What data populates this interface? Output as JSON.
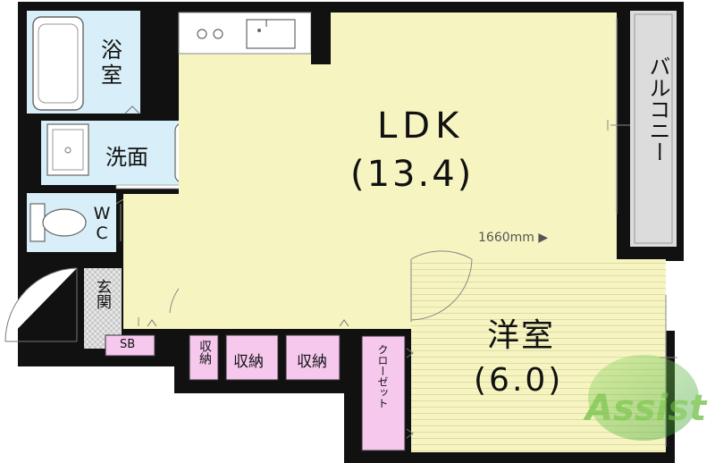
{
  "rooms": {
    "bath": "浴室",
    "washroom": "洗面",
    "wc": "WC",
    "entrance": "玄関",
    "ldk": "LDK",
    "ldk_size": "(13.4)",
    "western": "洋室",
    "western_size": "(6.0)",
    "balcony": "バルコニー",
    "closet": "クローゼット",
    "shoebox": "SB",
    "storage_small": "収納",
    "storage_a": "収納",
    "storage_b": "収納"
  },
  "annotations": {
    "ceiling_height": "1660mm ▶"
  },
  "watermark": {
    "brand": "Assist"
  },
  "colors": {
    "wall": "#111111",
    "room_yellow": "#f6f5c2",
    "wet_blue": "#d8eef8",
    "storage_pink": "#f6c8ee",
    "entrance_tile": "#dddddd",
    "balcony_gray": "#dcdcdc",
    "watermark_green": "#4db830"
  }
}
